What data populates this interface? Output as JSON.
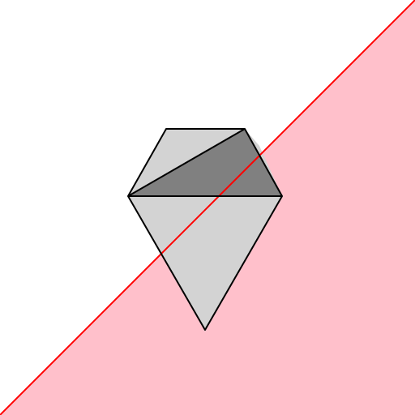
{
  "colors": {
    "background": "#ffffff",
    "half_plane_fill": "#ffc0cb",
    "dividing_line": "#ff0000",
    "polygon_light": "#d3d3d3",
    "polygon_dark": "#808080",
    "outline": "#000000"
  },
  "figure": {
    "description_free": true,
    "shapes": [
      {
        "id": "upper-left-triangle",
        "fill_key": "polygon_light"
      },
      {
        "id": "upper-dark-triangle",
        "fill_key": "polygon_dark"
      },
      {
        "id": "lower-triangle",
        "fill_key": "polygon_light"
      }
    ]
  }
}
